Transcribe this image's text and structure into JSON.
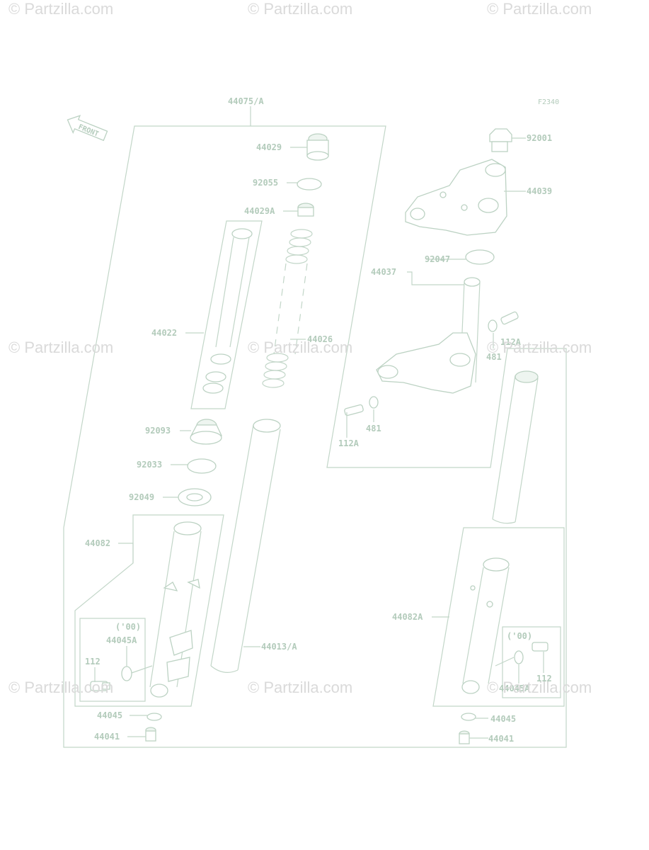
{
  "watermark": "© Partzilla.com",
  "diagram_code": "F2340",
  "front_arrow": "FRONT",
  "labels": {
    "p44075": "44075/A",
    "p44029": "44029",
    "p92055": "92055",
    "p44029a": "44029A",
    "p44022": "44022",
    "p44026": "44026",
    "p92093": "92093",
    "p92033": "92033",
    "p92049": "92049",
    "p44082": "44082",
    "p00_left": "('00)",
    "p44045a_left": "44045A",
    "p112_left": "112",
    "p44045_left": "44045",
    "p44041_left": "44041",
    "p44013": "44013/A",
    "p92001": "92001",
    "p44039": "44039",
    "p92047": "92047",
    "p44037": "44037",
    "p112a_top": "112A",
    "p481_top": "481",
    "p481_bottom": "481",
    "p112a_bottom": "112A",
    "p44082a": "44082A",
    "p00_right": "('00)",
    "p44045a_right": "44045A",
    "p112_right": "112",
    "p44045_right": "44045",
    "p44041_right": "44041"
  }
}
